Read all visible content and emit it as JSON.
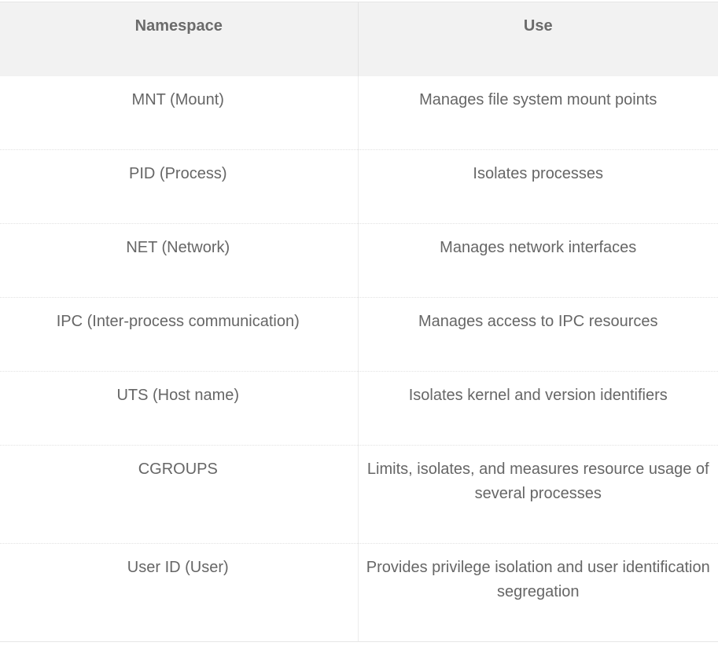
{
  "table": {
    "headers": {
      "namespace": "Namespace",
      "use": "Use"
    },
    "rows": [
      {
        "namespace": "MNT (Mount)",
        "use": "Manages file system mount points"
      },
      {
        "namespace": "PID (Process)",
        "use": "Isolates processes"
      },
      {
        "namespace": "NET (Network)",
        "use": "Manages network interfaces"
      },
      {
        "namespace": "IPC (Inter-process communication)",
        "use": "Manages access to IPC resources"
      },
      {
        "namespace": "UTS (Host name)",
        "use": "Isolates kernel and version identifiers"
      },
      {
        "namespace": "CGROUPS",
        "use": "Limits, isolates, and measures resource usage of several processes"
      },
      {
        "namespace": "User ID (User)",
        "use": "Provides privilege isolation and user identification segregation"
      }
    ]
  }
}
